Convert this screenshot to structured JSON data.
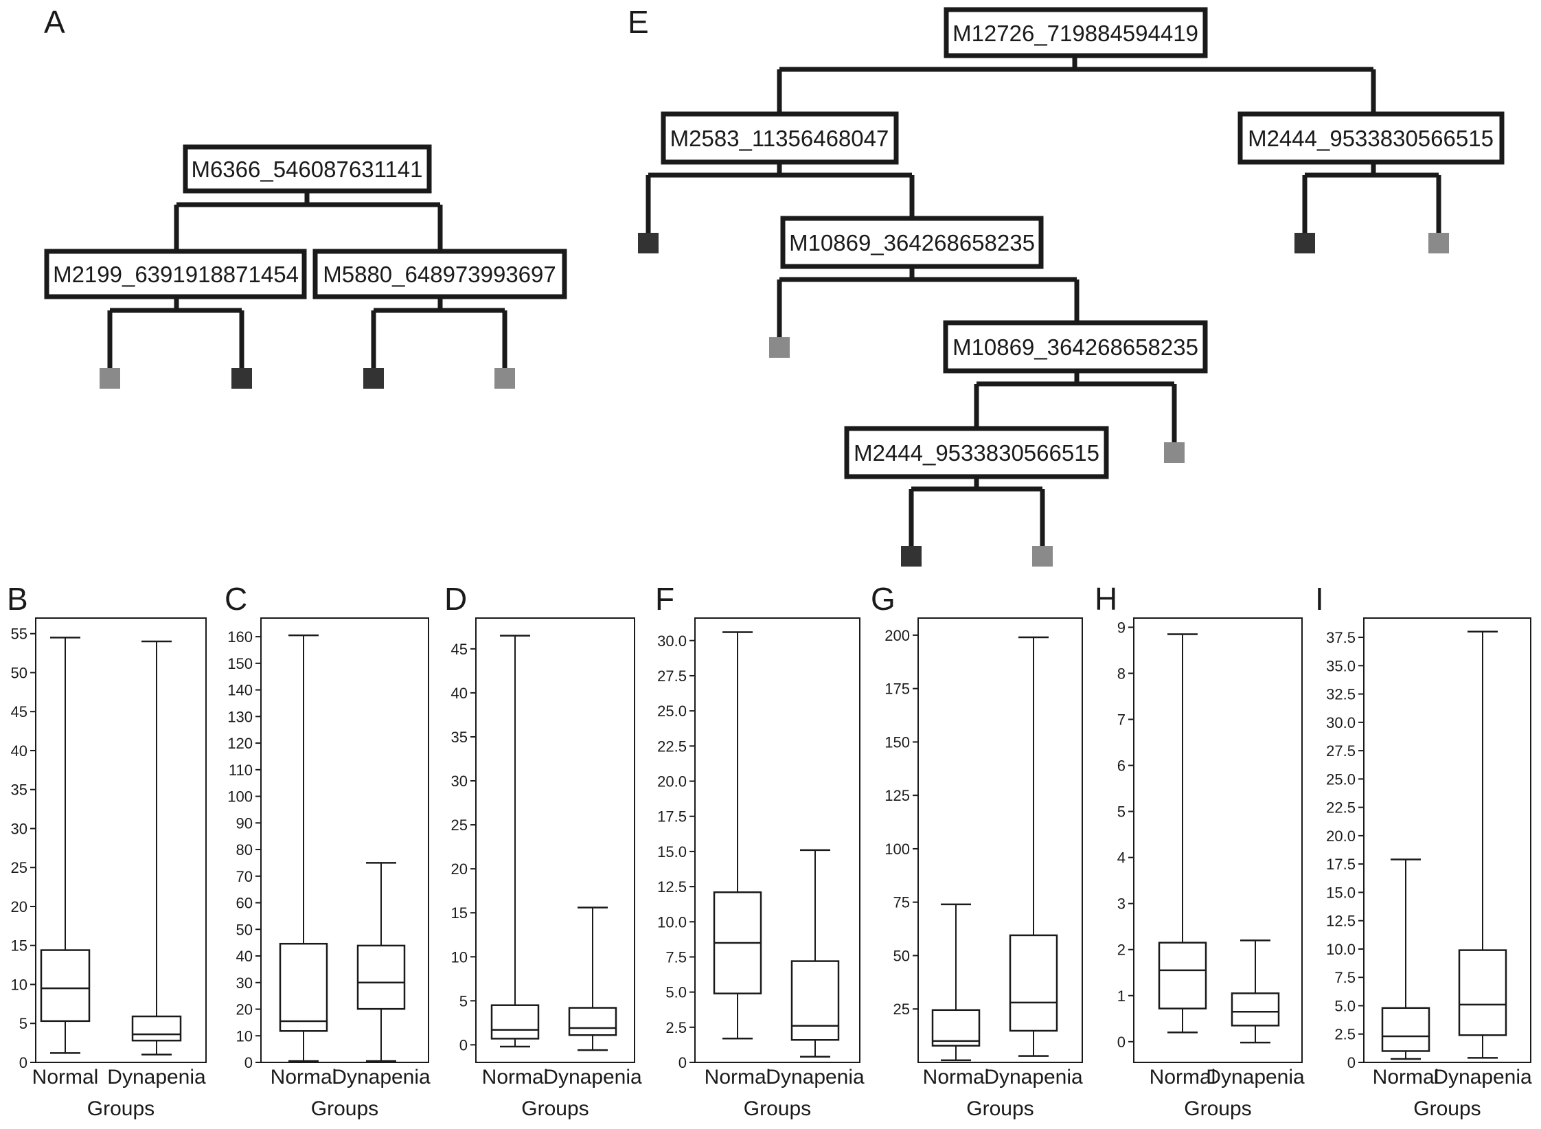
{
  "panel_letters": {
    "A": "A",
    "E": "E",
    "B": "B",
    "C": "C",
    "D": "D",
    "F": "F",
    "G": "G",
    "H": "H",
    "I": "I"
  },
  "colors": {
    "leaf_light": "#8a8a8a",
    "leaf_dark": "#333333",
    "line": "#1a1a1a",
    "text": "#1a1a1a"
  },
  "tree_a": {
    "root": "M6366_546087631141",
    "left": "M2199_6391918871454",
    "right": "M5880_648973993697"
  },
  "tree_e": {
    "root": "M12726_719884594419",
    "n1": "M2583_11356468047",
    "n2": "M2444_9533830566515",
    "n3": "M10869_364268658235",
    "n4": "M10869_364268658235",
    "n5": "M2444_9533830566515"
  },
  "chart_data": [
    {
      "type": "box",
      "panel": "B",
      "categories": [
        "Normal",
        "Dynapenia"
      ],
      "xlabel": "Groups",
      "ylim": [
        0,
        57
      ],
      "yticks": [
        0,
        5,
        10,
        15,
        20,
        25,
        30,
        35,
        40,
        45,
        50,
        55
      ],
      "tick_labels": [
        "0",
        "5",
        "10",
        "15",
        "20",
        "25",
        "30",
        "35",
        "40",
        "45",
        "50",
        "55"
      ],
      "boxes": [
        {
          "min": 1.2,
          "q1": 5.3,
          "median": 9.5,
          "q3": 14.4,
          "max": 54.5
        },
        {
          "min": 1.0,
          "q1": 2.8,
          "median": 3.6,
          "q3": 5.9,
          "max": 54.0
        }
      ]
    },
    {
      "type": "box",
      "panel": "C",
      "categories": [
        "Normal",
        "Dynapenia"
      ],
      "xlabel": "Groups",
      "ylim": [
        0,
        167
      ],
      "yticks": [
        0,
        10,
        20,
        30,
        40,
        50,
        60,
        70,
        80,
        90,
        100,
        110,
        120,
        130,
        140,
        150,
        160
      ],
      "tick_labels": [
        "0",
        "10",
        "20",
        "30",
        "40",
        "50",
        "60",
        "70",
        "80",
        "90",
        "100",
        "110",
        "120",
        "130",
        "140",
        "150",
        "160"
      ],
      "boxes": [
        {
          "min": 0.5,
          "q1": 11.8,
          "median": 15.5,
          "q3": 44.6,
          "max": 160.5
        },
        {
          "min": 0.5,
          "q1": 20.1,
          "median": 30.0,
          "q3": 43.9,
          "max": 75.0
        }
      ]
    },
    {
      "type": "box",
      "panel": "D",
      "categories": [
        "Normal",
        "Dynapenia"
      ],
      "xlabel": "Groups",
      "ylim": [
        -2,
        48.5
      ],
      "yticks": [
        0,
        5,
        10,
        15,
        20,
        25,
        30,
        35,
        40,
        45
      ],
      "tick_labels": [
        "0",
        "5",
        "10",
        "15",
        "20",
        "25",
        "30",
        "35",
        "40",
        "45"
      ],
      "boxes": [
        {
          "min": -0.2,
          "q1": 0.7,
          "median": 1.7,
          "q3": 4.5,
          "max": 46.5
        },
        {
          "min": -0.6,
          "q1": 1.1,
          "median": 1.9,
          "q3": 4.2,
          "max": 15.6
        }
      ]
    },
    {
      "type": "box",
      "panel": "F",
      "categories": [
        "Normal",
        "Dynapenia"
      ],
      "xlabel": "Groups",
      "ylim": [
        0,
        31.6
      ],
      "yticks": [
        0,
        2.5,
        5,
        7.5,
        10,
        12.5,
        15,
        17.5,
        20,
        22.5,
        25,
        27.5,
        30
      ],
      "tick_labels": [
        "0",
        "2.5",
        "5.0",
        "7.5",
        "10.0",
        "12.5",
        "15.0",
        "17.5",
        "20.0",
        "22.5",
        "25.0",
        "27.5",
        "30.0"
      ],
      "boxes": [
        {
          "min": 1.7,
          "q1": 4.9,
          "median": 8.5,
          "q3": 12.1,
          "max": 30.6
        },
        {
          "min": 0.4,
          "q1": 1.6,
          "median": 2.6,
          "q3": 7.2,
          "max": 15.1
        }
      ]
    },
    {
      "type": "box",
      "panel": "G",
      "categories": [
        "Normal",
        "Dynapenia"
      ],
      "xlabel": "Groups",
      "ylim": [
        0,
        208
      ],
      "yticks": [
        25,
        50,
        75,
        100,
        125,
        150,
        175,
        200
      ],
      "tick_labels": [
        "25",
        "50",
        "75",
        "100",
        "125",
        "150",
        "175",
        "200"
      ],
      "boxes": [
        {
          "min": 1.0,
          "q1": 7.8,
          "median": 10.0,
          "q3": 24.5,
          "max": 74.0
        },
        {
          "min": 3.0,
          "q1": 14.8,
          "median": 28.0,
          "q3": 59.5,
          "max": 199.0
        }
      ]
    },
    {
      "type": "box",
      "panel": "H",
      "categories": [
        "Normal",
        "Dynapenia"
      ],
      "xlabel": "Groups",
      "ylim": [
        -0.45,
        9.2
      ],
      "yticks": [
        0,
        1,
        2,
        3,
        4,
        5,
        6,
        7,
        8,
        9
      ],
      "tick_labels": [
        "0",
        "1",
        "2",
        "3",
        "4",
        "5",
        "6",
        "7",
        "8",
        "9"
      ],
      "boxes": [
        {
          "min": 0.2,
          "q1": 0.72,
          "median": 1.55,
          "q3": 2.15,
          "max": 8.85
        },
        {
          "min": -0.02,
          "q1": 0.35,
          "median": 0.65,
          "q3": 1.05,
          "max": 2.2
        }
      ]
    },
    {
      "type": "box",
      "panel": "I",
      "categories": [
        "Normal",
        "Dynapenia"
      ],
      "xlabel": "Groups",
      "ylim": [
        0,
        39.2
      ],
      "yticks": [
        0,
        2.5,
        5,
        7.5,
        10,
        12.5,
        15,
        17.5,
        20,
        22.5,
        25,
        27.5,
        30,
        32.5,
        35,
        37.5
      ],
      "tick_labels": [
        "0",
        "2.5",
        "5.0",
        "7.5",
        "10.0",
        "12.5",
        "15.0",
        "17.5",
        "20.0",
        "22.5",
        "25.0",
        "27.5",
        "30.0",
        "32.5",
        "35.0",
        "37.5"
      ],
      "boxes": [
        {
          "min": 0.3,
          "q1": 1.0,
          "median": 2.3,
          "q3": 4.8,
          "max": 17.9
        },
        {
          "min": 0.4,
          "q1": 2.4,
          "median": 5.1,
          "q3": 9.9,
          "max": 38.0
        }
      ]
    }
  ]
}
